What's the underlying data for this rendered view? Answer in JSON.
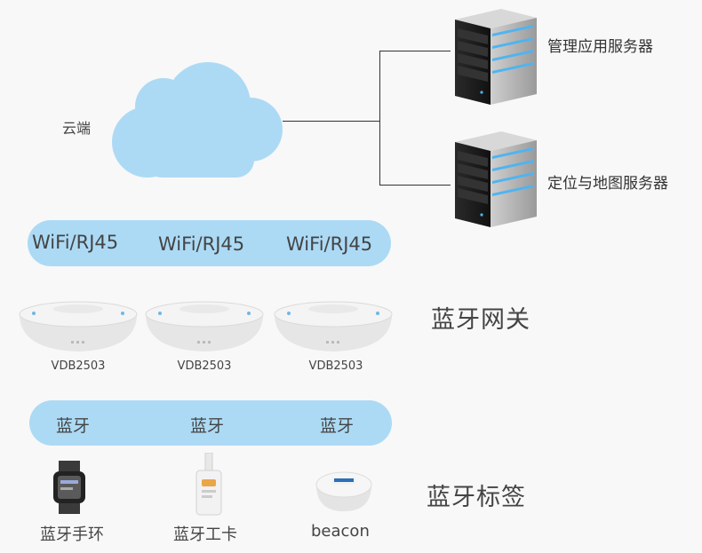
{
  "cloud": {
    "label": "云端"
  },
  "servers": [
    {
      "label": "管理应用服务器"
    },
    {
      "label": "定位与地图服务器"
    }
  ],
  "uplink": {
    "labels": [
      "WiFi/RJ45",
      "WiFi/RJ45",
      "WiFi/RJ45"
    ]
  },
  "gateways": {
    "group_label": "蓝牙网关",
    "items": [
      {
        "model": "VDB2503"
      },
      {
        "model": "VDB2503"
      },
      {
        "model": "VDB2503"
      }
    ]
  },
  "bluetooth": {
    "labels": [
      "蓝牙",
      "蓝牙",
      "蓝牙"
    ]
  },
  "tags": {
    "group_label": "蓝牙标签",
    "items": [
      {
        "label": "蓝牙手环",
        "icon": "wristband-icon"
      },
      {
        "label": "蓝牙工卡",
        "icon": "badge-card-icon"
      },
      {
        "label": "beacon",
        "icon": "beacon-icon"
      }
    ]
  },
  "colors": {
    "cloud": "#acdaf5",
    "pill": "#acdaf5",
    "server_led": "#4fb4f0"
  }
}
